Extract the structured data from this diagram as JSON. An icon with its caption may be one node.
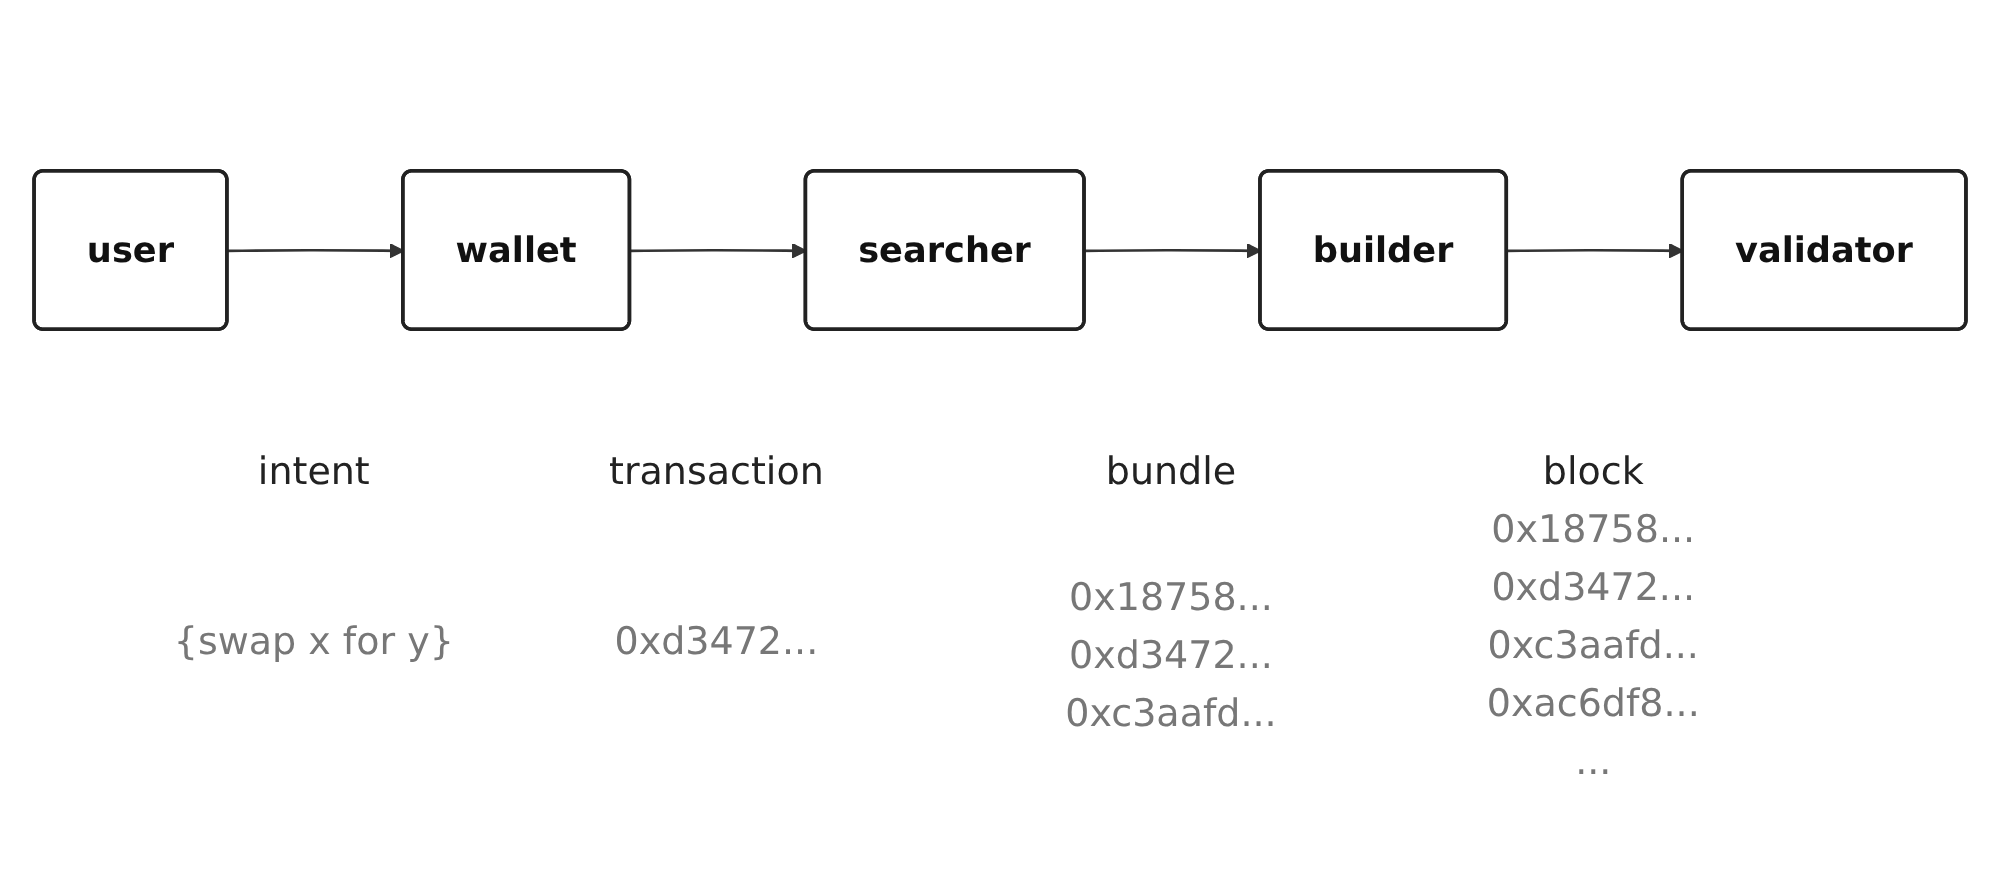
{
  "diagram": {
    "nodes": [
      {
        "text": [
          "user"
        ]
      },
      {
        "text": [
          "wallet"
        ]
      },
      {
        "text": [
          "searcher"
        ]
      },
      {
        "text": [
          "builder"
        ]
      },
      {
        "text": [
          "validator"
        ]
      }
    ],
    "edges": [
      {
        "from": 0,
        "to": 1,
        "arrow": "to"
      },
      {
        "from": 1,
        "to": 2,
        "arrow": "to"
      },
      {
        "from": 2,
        "to": 3,
        "arrow": "to"
      },
      {
        "from": 3,
        "to": 4,
        "arrow": "to"
      }
    ],
    "labels": [
      "intent",
      "{swap x for y}",
      "transaction",
      "0xd3472...",
      "bundle",
      "0x18758...",
      "0xd3472...",
      "0xc3aafd...",
      "block",
      "0x18758...",
      "0xd3472...",
      "0xc3aafd...",
      "0xac6df8...",
      "..."
    ]
  }
}
